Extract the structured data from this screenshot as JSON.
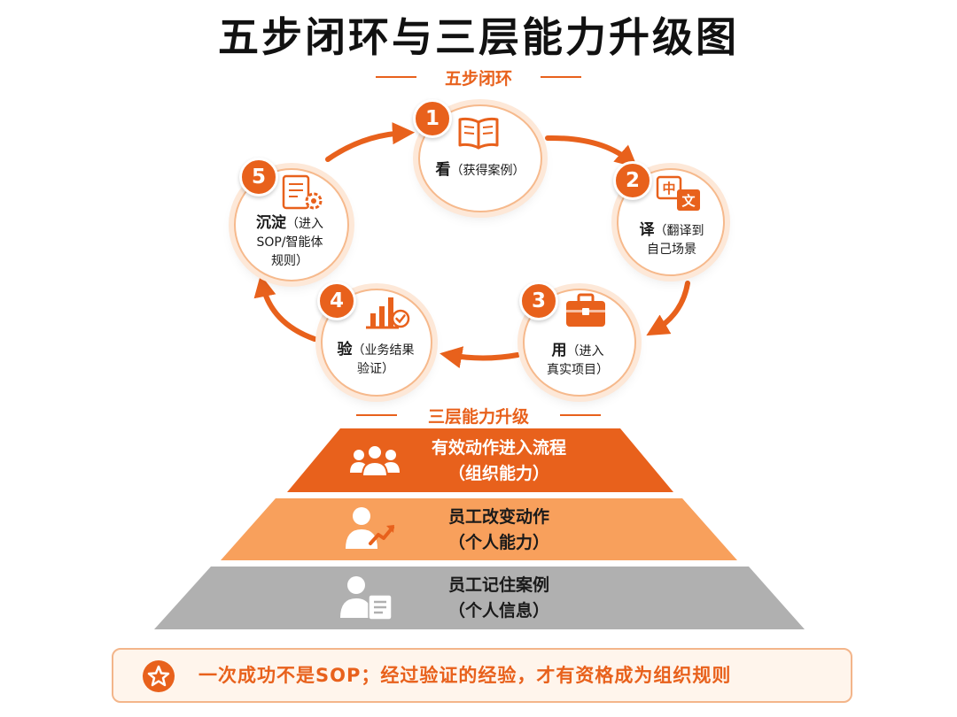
{
  "title": "五步闭环与三层能力升级图",
  "loop": {
    "heading": "五步闭环",
    "steps": [
      {
        "number": "1",
        "name": "看",
        "detail_lines": [
          "（获得案例）"
        ],
        "icon": "open-book-icon"
      },
      {
        "number": "2",
        "name": "译",
        "detail_lines": [
          "（翻译到",
          "自己场景"
        ],
        "icon": "translate-icon",
        "icon_glyphs": [
          "中",
          "文"
        ]
      },
      {
        "number": "3",
        "name": "用",
        "detail_lines": [
          "（进入",
          "真实项目）"
        ],
        "icon": "briefcase-icon"
      },
      {
        "number": "4",
        "name": "验",
        "detail_lines": [
          "（业务结果",
          "验证）"
        ],
        "icon": "bar-chart-check-icon"
      },
      {
        "number": "5",
        "name": "沉淀",
        "detail_lines": [
          "（进入",
          "SOP/智能体",
          "规则）"
        ],
        "icon": "document-gear-icon"
      }
    ]
  },
  "tiers": {
    "heading": "三层能力升级",
    "levels": [
      {
        "line1": "有效动作进入流程",
        "line2": "（组织能力）",
        "icon": "group-people-icon",
        "color": "#e8611c",
        "text_color": "#ffffff"
      },
      {
        "line1": "员工改变动作",
        "line2": "（个人能力）",
        "icon": "person-growth-icon",
        "color": "#f8a05c",
        "text_color": "#1a1a1a"
      },
      {
        "line1": "员工记住案例",
        "line2": "（个人信息）",
        "icon": "person-document-icon",
        "color": "#b0b0b0",
        "text_color": "#1a1a1a"
      }
    ]
  },
  "banner": {
    "text": "一次成功不是SOP；经过验证的经验，才有资格成为组织规则",
    "icon": "star-icon"
  },
  "colors": {
    "accent": "#e8611c",
    "accent_light": "#f8a05c",
    "gray": "#b0b0b0"
  }
}
